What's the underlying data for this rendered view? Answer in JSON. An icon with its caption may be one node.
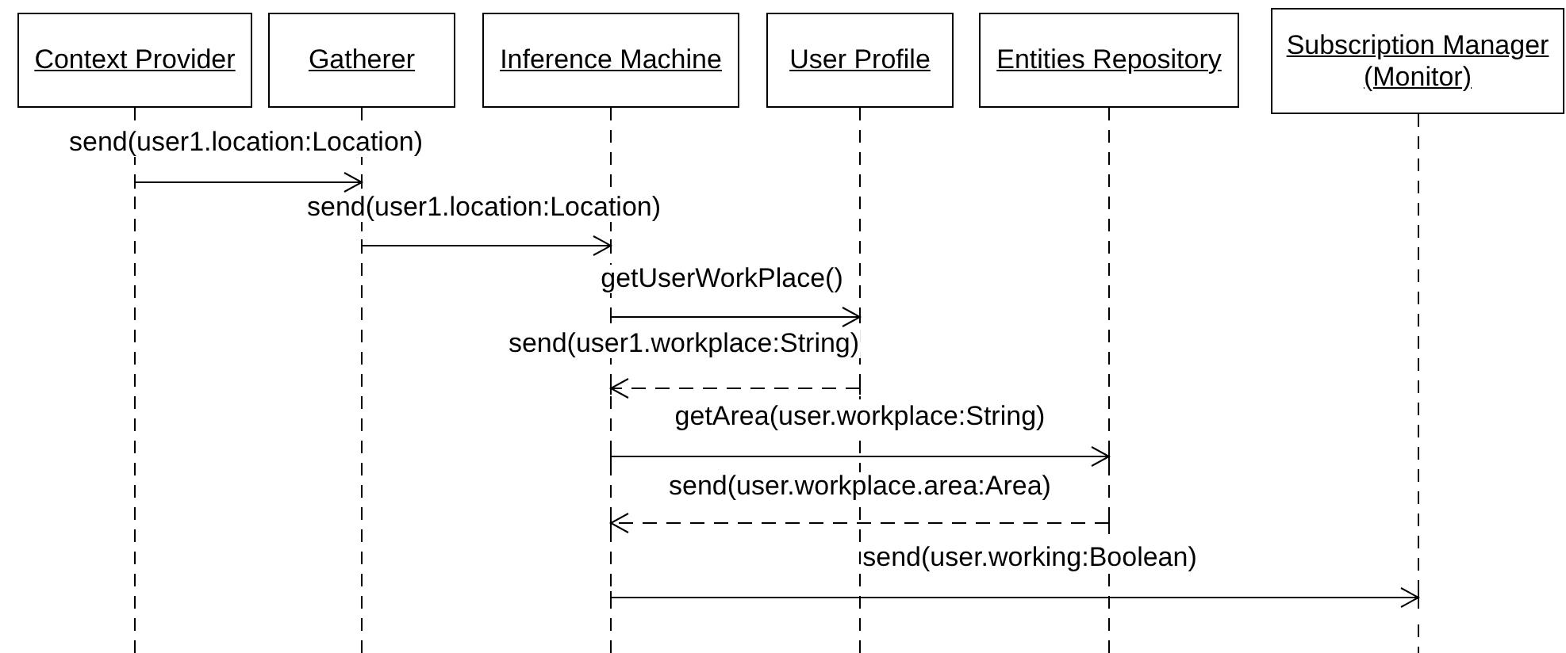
{
  "diagram": {
    "nodes": [
      {
        "text": [
          "Context Provider"
        ]
      },
      {
        "text": [
          "Gatherer"
        ]
      },
      {
        "text": [
          "Inference Machine"
        ]
      },
      {
        "text": [
          "User Profile"
        ]
      },
      {
        "text": [
          "Entities Repository"
        ]
      },
      {
        "text": [
          "Subscription Manager (Monitor)"
        ]
      }
    ],
    "edges": [
      {
        "from": 0,
        "to": 1,
        "arrow": "to",
        "label": "send(user1.location:Location)"
      },
      {
        "from": 1,
        "to": 2,
        "arrow": "to",
        "label": "send(user1.location:Location)"
      },
      {
        "from": 2,
        "to": 3,
        "arrow": "to",
        "label": "getUserWorkPlace()"
      },
      {
        "from": 3,
        "to": 2,
        "arrow": "to",
        "label": "send(user1.workplace:String)",
        "style": "dashed"
      },
      {
        "from": 2,
        "to": 4,
        "arrow": "to",
        "label": "getArea(user.workplace:String)"
      },
      {
        "from": 4,
        "to": 2,
        "arrow": "to",
        "label": "send(user.workplace.area:Area)",
        "style": "dashed"
      },
      {
        "from": 2,
        "to": 5,
        "arrow": "to",
        "label": "send(user.working:Boolean)"
      }
    ]
  }
}
